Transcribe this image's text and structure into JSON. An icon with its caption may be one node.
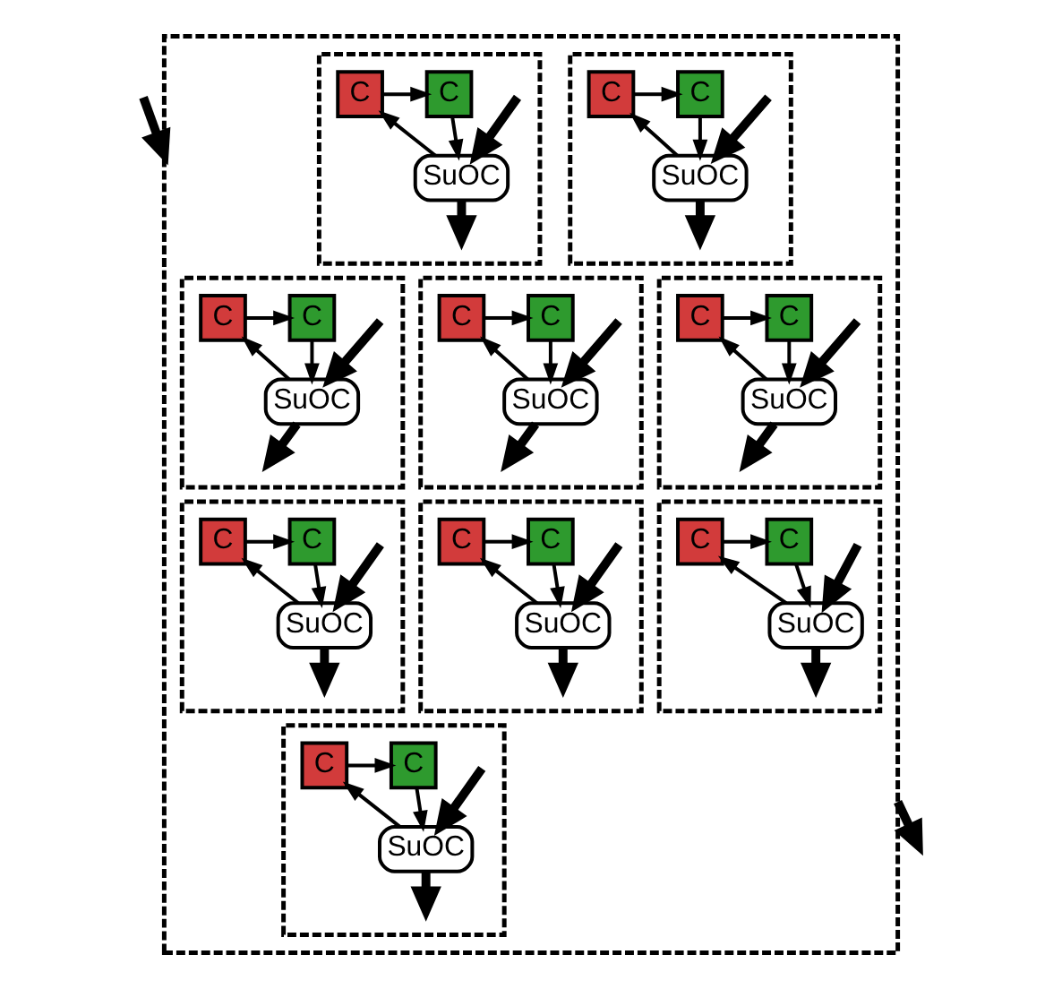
{
  "diagram": {
    "nodes": [
      {
        "text": [],
        "shape": "box"
      },
      {
        "text": [],
        "shape": "box",
        "in": 0
      },
      {
        "text": [
          "C"
        ],
        "in": 1
      },
      {
        "text": [
          "C"
        ],
        "in": 1
      },
      {
        "text": [
          "SuOC"
        ],
        "in": 1
      },
      {
        "text": [],
        "shape": "box",
        "in": 0
      },
      {
        "text": [
          "C"
        ],
        "in": 5
      },
      {
        "text": [
          "C"
        ],
        "in": 5
      },
      {
        "text": [
          "SuOC"
        ],
        "in": 5
      },
      {
        "text": [],
        "shape": "box",
        "in": 0
      },
      {
        "text": [
          "C"
        ],
        "in": 9
      },
      {
        "text": [
          "C"
        ],
        "in": 9
      },
      {
        "text": [
          "SuOC"
        ],
        "in": 9
      },
      {
        "text": [],
        "shape": "box",
        "in": 0
      },
      {
        "text": [
          "C"
        ],
        "in": 13
      },
      {
        "text": [
          "C"
        ],
        "in": 13
      },
      {
        "text": [
          "SuOC"
        ],
        "in": 13
      },
      {
        "text": [],
        "shape": "box",
        "in": 0
      },
      {
        "text": [
          "C"
        ],
        "in": 17
      },
      {
        "text": [
          "C"
        ],
        "in": 17
      },
      {
        "text": [
          "SuOC"
        ],
        "in": 17
      },
      {
        "text": [],
        "shape": "box",
        "in": 0
      },
      {
        "text": [
          "C"
        ],
        "in": 21
      },
      {
        "text": [
          "C"
        ],
        "in": 21
      },
      {
        "text": [
          "SuOC"
        ],
        "in": 21
      },
      {
        "text": [],
        "shape": "box",
        "in": 0
      },
      {
        "text": [
          "C"
        ],
        "in": 25
      },
      {
        "text": [
          "C"
        ],
        "in": 25
      },
      {
        "text": [
          "SuOC"
        ],
        "in": 25
      },
      {
        "text": [],
        "shape": "box",
        "in": 0
      },
      {
        "text": [
          "C"
        ],
        "in": 29
      },
      {
        "text": [
          "C"
        ],
        "in": 29
      },
      {
        "text": [
          "SuOC"
        ],
        "in": 29
      },
      {
        "text": [],
        "shape": "box",
        "in": 0
      },
      {
        "text": [
          "C"
        ],
        "in": 33
      },
      {
        "text": [
          "C"
        ],
        "in": 33
      },
      {
        "text": [
          "SuOC"
        ],
        "in": 33
      }
    ],
    "edges": [
      {
        "from": null,
        "to": 0,
        "arrow": "to",
        "style": "thick"
      },
      {
        "from": null,
        "to": 4,
        "arrow": "to",
        "style": "thick"
      },
      {
        "from": 2,
        "to": 3,
        "arrow": "to"
      },
      {
        "from": 3,
        "to": 4,
        "arrow": "to"
      },
      {
        "from": 4,
        "to": 2,
        "arrow": "to"
      },
      {
        "from": 4,
        "to": null,
        "arrow": "to",
        "style": "thick"
      },
      {
        "from": null,
        "to": 8,
        "arrow": "to",
        "style": "thick"
      },
      {
        "from": 6,
        "to": 7,
        "arrow": "to"
      },
      {
        "from": 7,
        "to": 8,
        "arrow": "to"
      },
      {
        "from": 8,
        "to": 6,
        "arrow": "to"
      },
      {
        "from": 8,
        "to": null,
        "arrow": "to",
        "style": "thick"
      },
      {
        "from": null,
        "to": 12,
        "arrow": "to",
        "style": "thick"
      },
      {
        "from": 10,
        "to": 11,
        "arrow": "to"
      },
      {
        "from": 11,
        "to": 12,
        "arrow": "to"
      },
      {
        "from": 12,
        "to": 10,
        "arrow": "to"
      },
      {
        "from": 12,
        "to": null,
        "arrow": "to",
        "style": "thick"
      },
      {
        "from": null,
        "to": 16,
        "arrow": "to",
        "style": "thick"
      },
      {
        "from": 14,
        "to": 15,
        "arrow": "to"
      },
      {
        "from": 15,
        "to": 16,
        "arrow": "to"
      },
      {
        "from": 16,
        "to": 14,
        "arrow": "to"
      },
      {
        "from": 16,
        "to": null,
        "arrow": "to",
        "style": "thick"
      },
      {
        "from": null,
        "to": 20,
        "arrow": "to",
        "style": "thick"
      },
      {
        "from": 18,
        "to": 19,
        "arrow": "to"
      },
      {
        "from": 19,
        "to": 20,
        "arrow": "to"
      },
      {
        "from": 20,
        "to": 18,
        "arrow": "to"
      },
      {
        "from": 20,
        "to": null,
        "arrow": "to",
        "style": "thick"
      },
      {
        "from": null,
        "to": 24,
        "arrow": "to",
        "style": "thick"
      },
      {
        "from": 22,
        "to": 23,
        "arrow": "to"
      },
      {
        "from": 23,
        "to": 24,
        "arrow": "to"
      },
      {
        "from": 24,
        "to": 22,
        "arrow": "to"
      },
      {
        "from": 24,
        "to": null,
        "arrow": "to",
        "style": "thick"
      },
      {
        "from": null,
        "to": 28,
        "arrow": "to",
        "style": "thick"
      },
      {
        "from": 26,
        "to": 27,
        "arrow": "to"
      },
      {
        "from": 27,
        "to": 28,
        "arrow": "to"
      },
      {
        "from": 28,
        "to": 26,
        "arrow": "to"
      },
      {
        "from": 28,
        "to": null,
        "arrow": "to",
        "style": "thick"
      },
      {
        "from": null,
        "to": 32,
        "arrow": "to",
        "style": "thick"
      },
      {
        "from": 30,
        "to": 31,
        "arrow": "to"
      },
      {
        "from": 31,
        "to": 32,
        "arrow": "to"
      },
      {
        "from": 32,
        "to": 30,
        "arrow": "to"
      },
      {
        "from": 32,
        "to": null,
        "arrow": "to",
        "style": "thick"
      },
      {
        "from": null,
        "to": 36,
        "arrow": "to",
        "style": "thick"
      },
      {
        "from": 34,
        "to": 35,
        "arrow": "to"
      },
      {
        "from": 35,
        "to": 36,
        "arrow": "to"
      },
      {
        "from": 36,
        "to": 34,
        "arrow": "to"
      },
      {
        "from": 36,
        "to": null,
        "arrow": "to",
        "style": "thick"
      },
      {
        "from": 0,
        "to": null,
        "arrow": "to",
        "style": "thick"
      }
    ]
  }
}
